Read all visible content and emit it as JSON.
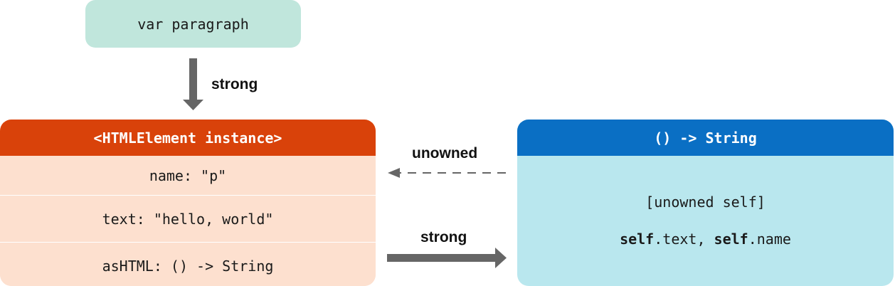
{
  "colors": {
    "var_box_bg": "#c0e6dc",
    "instance_header_bg": "#d9420a",
    "instance_body_bg": "#fde0cf",
    "closure_header_bg": "#0a6fc4",
    "closure_body_bg": "#b9e7ee",
    "arrow": "#666666"
  },
  "var_box": {
    "text": "var paragraph"
  },
  "labels": {
    "strong_top": "strong",
    "unowned": "unowned",
    "strong_bottom": "strong"
  },
  "instance": {
    "title": "<HTMLElement instance>",
    "rows": [
      "name: \"p\"",
      "text: \"hello, world\"",
      "asHTML: () -> String"
    ]
  },
  "closure": {
    "title": "() -> String",
    "capture_list": "[unowned self]",
    "body": {
      "self_1": "self",
      "prop_1": ".text,",
      "self_2": "self",
      "prop_2": ".name"
    }
  }
}
